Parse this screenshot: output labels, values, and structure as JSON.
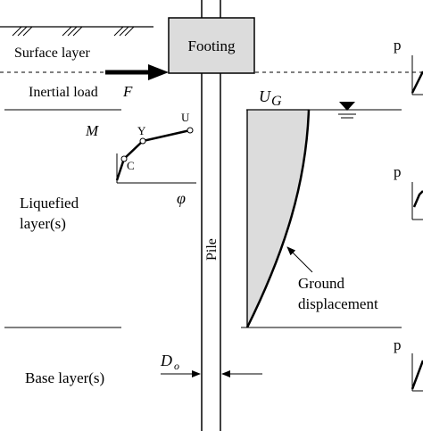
{
  "labels": {
    "surface_layer": "Surface layer",
    "footing": "Footing",
    "inertial_load": "Inertial load",
    "inertial_load_symbol": "F",
    "moment_symbol": "M",
    "curvature_symbol": "φ",
    "point_c": "C",
    "point_y": "Y",
    "point_u": "U",
    "liquefied_line1": "Liquefied",
    "liquefied_line2": "layer(s)",
    "pile": "Pile",
    "ground_disp_symbol": "U",
    "ground_disp_subscript": "G",
    "ground_disp_line1": "Ground",
    "ground_disp_line2": "displacement",
    "diameter_symbol": "D",
    "diameter_subscript": "o",
    "base_layer": "Base layer(s)",
    "py_label_top": "p",
    "py_label_mid": "p",
    "py_label_bottom": "p"
  },
  "colors": {
    "footing_fill": "#dcdcdc",
    "displacement_fill": "#dcdcdc",
    "stroke": "#000000"
  }
}
